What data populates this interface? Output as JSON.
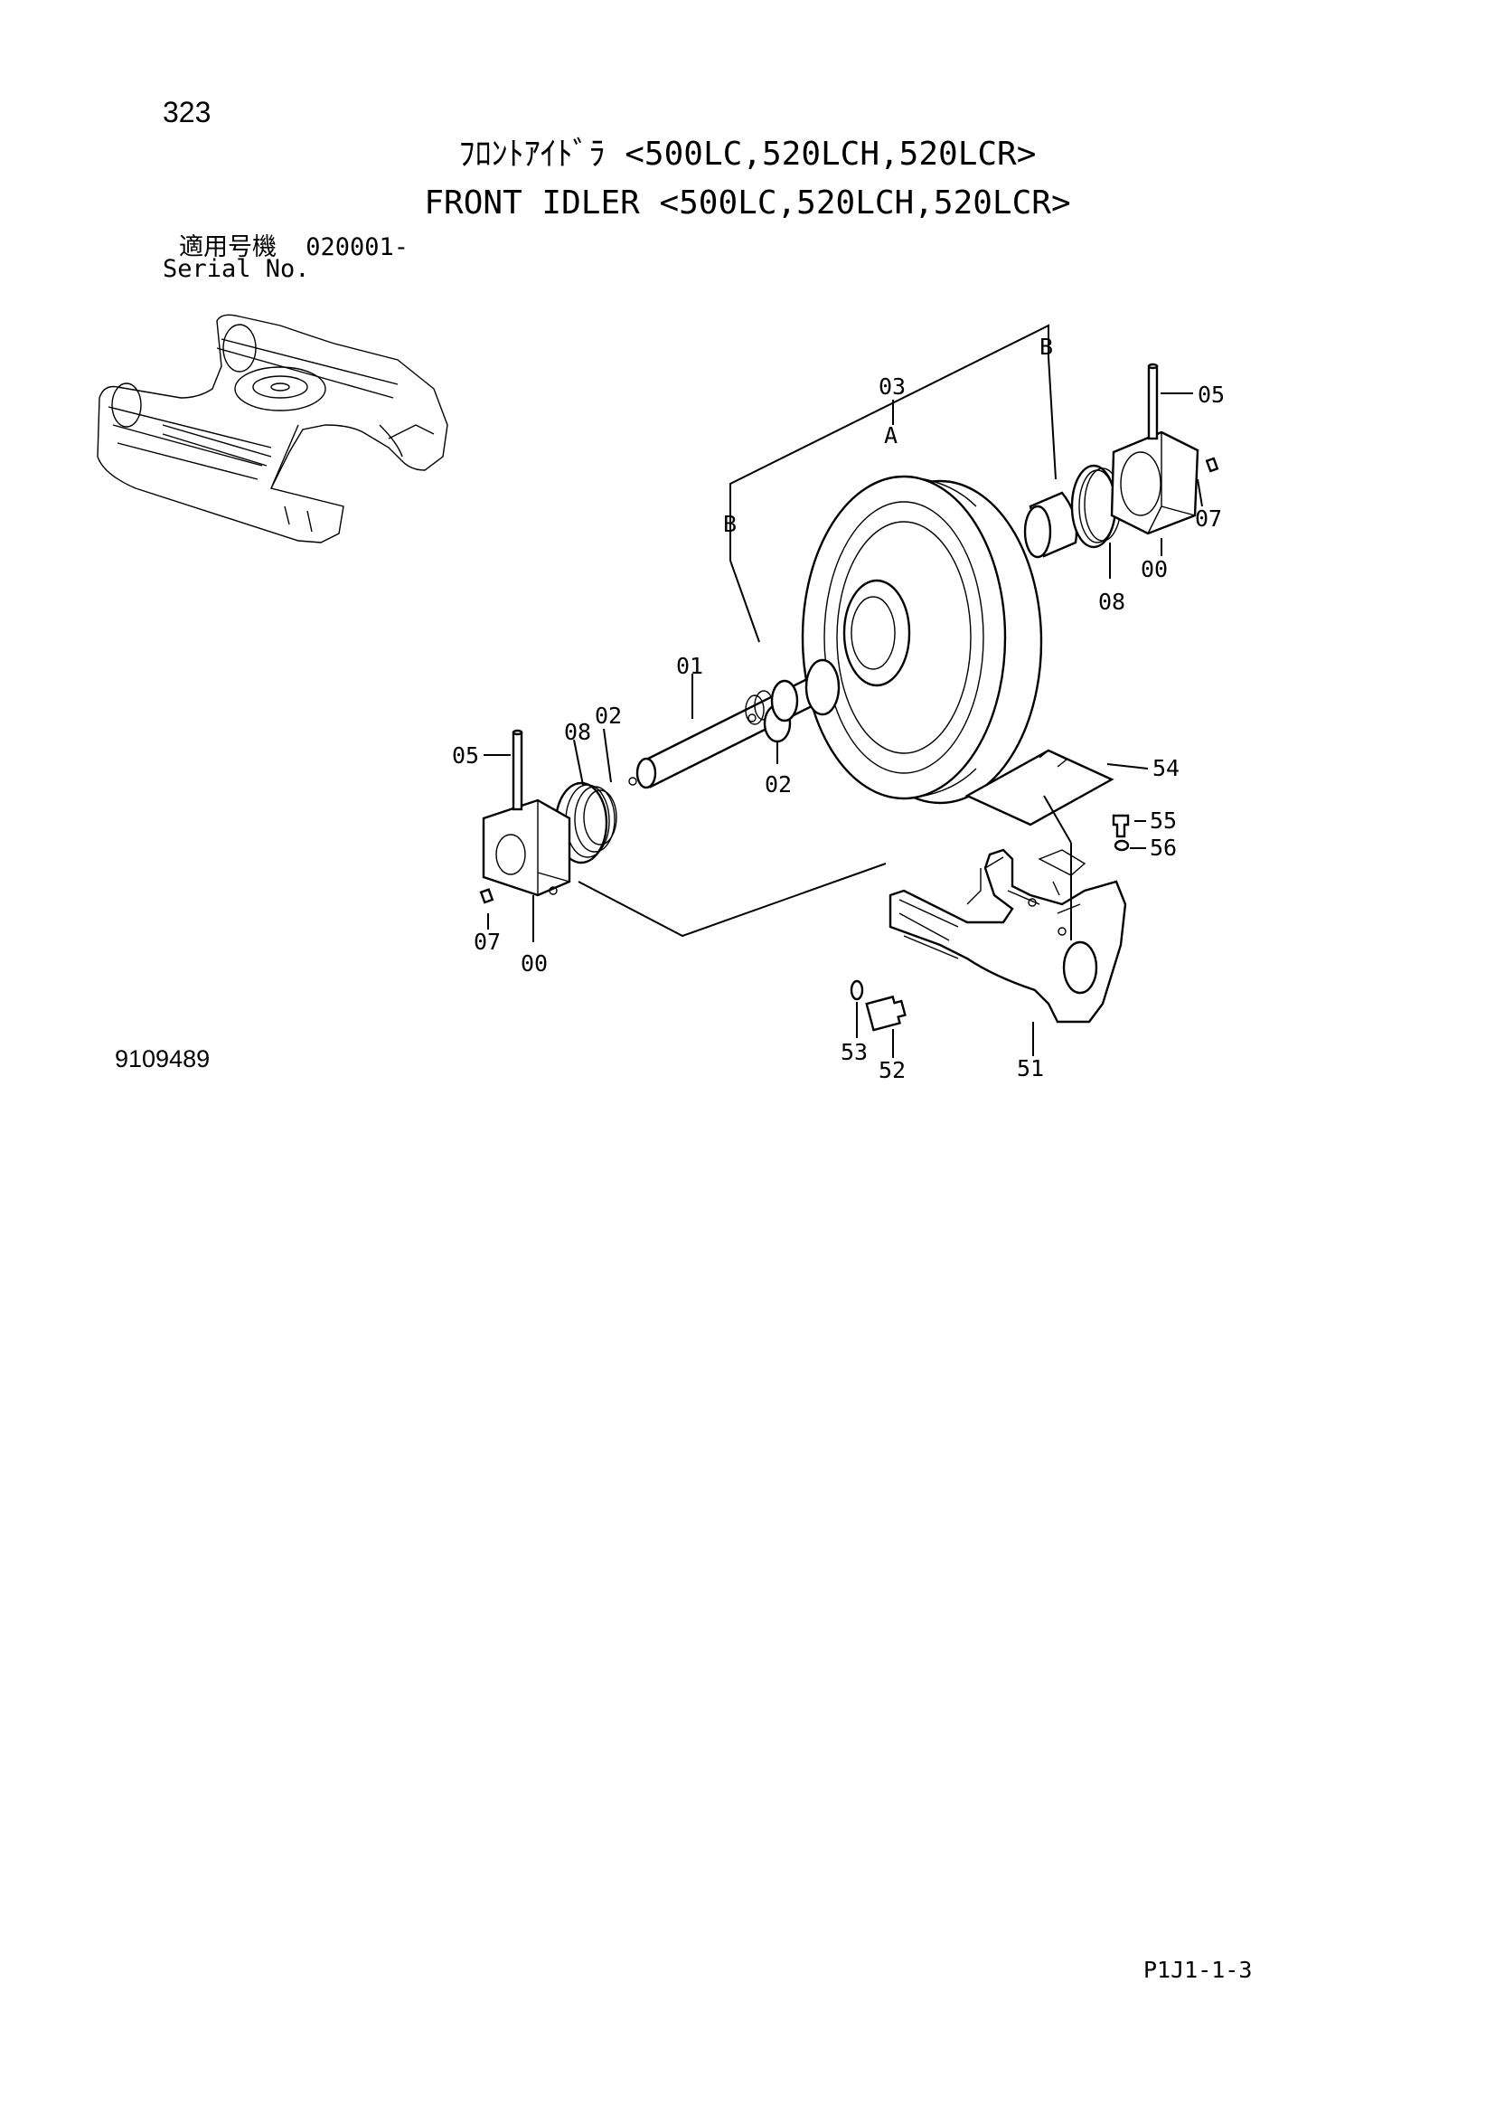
{
  "page_number": "323",
  "title_jp": "ﾌﾛﾝﾄｱｲﾄﾞﾗ <500LC,520LCH,520LCR>",
  "title_en": "FRONT IDLER <500LC,520LCH,520LCR>",
  "serial_label_jp": "適用号機",
  "serial_value": "020001-",
  "serial_label_en": "Serial No.",
  "figure_id": "9109489",
  "sheet_ref": "P1J1-1-3",
  "callouts": {
    "c03": "03",
    "cA": "A",
    "cB_top": "B",
    "cB_left": "B",
    "c05_right": "05",
    "c07_right": "07",
    "c00_right": "00",
    "c08_right": "08",
    "c01": "01",
    "c02_upper": "02",
    "c02_lower": "02",
    "c05_left": "05",
    "c08_left": "08",
    "c07_left": "07",
    "c00_left": "00",
    "c54": "54",
    "c55": "55",
    "c56": "56",
    "c53": "53",
    "c52": "52",
    "c51": "51"
  }
}
